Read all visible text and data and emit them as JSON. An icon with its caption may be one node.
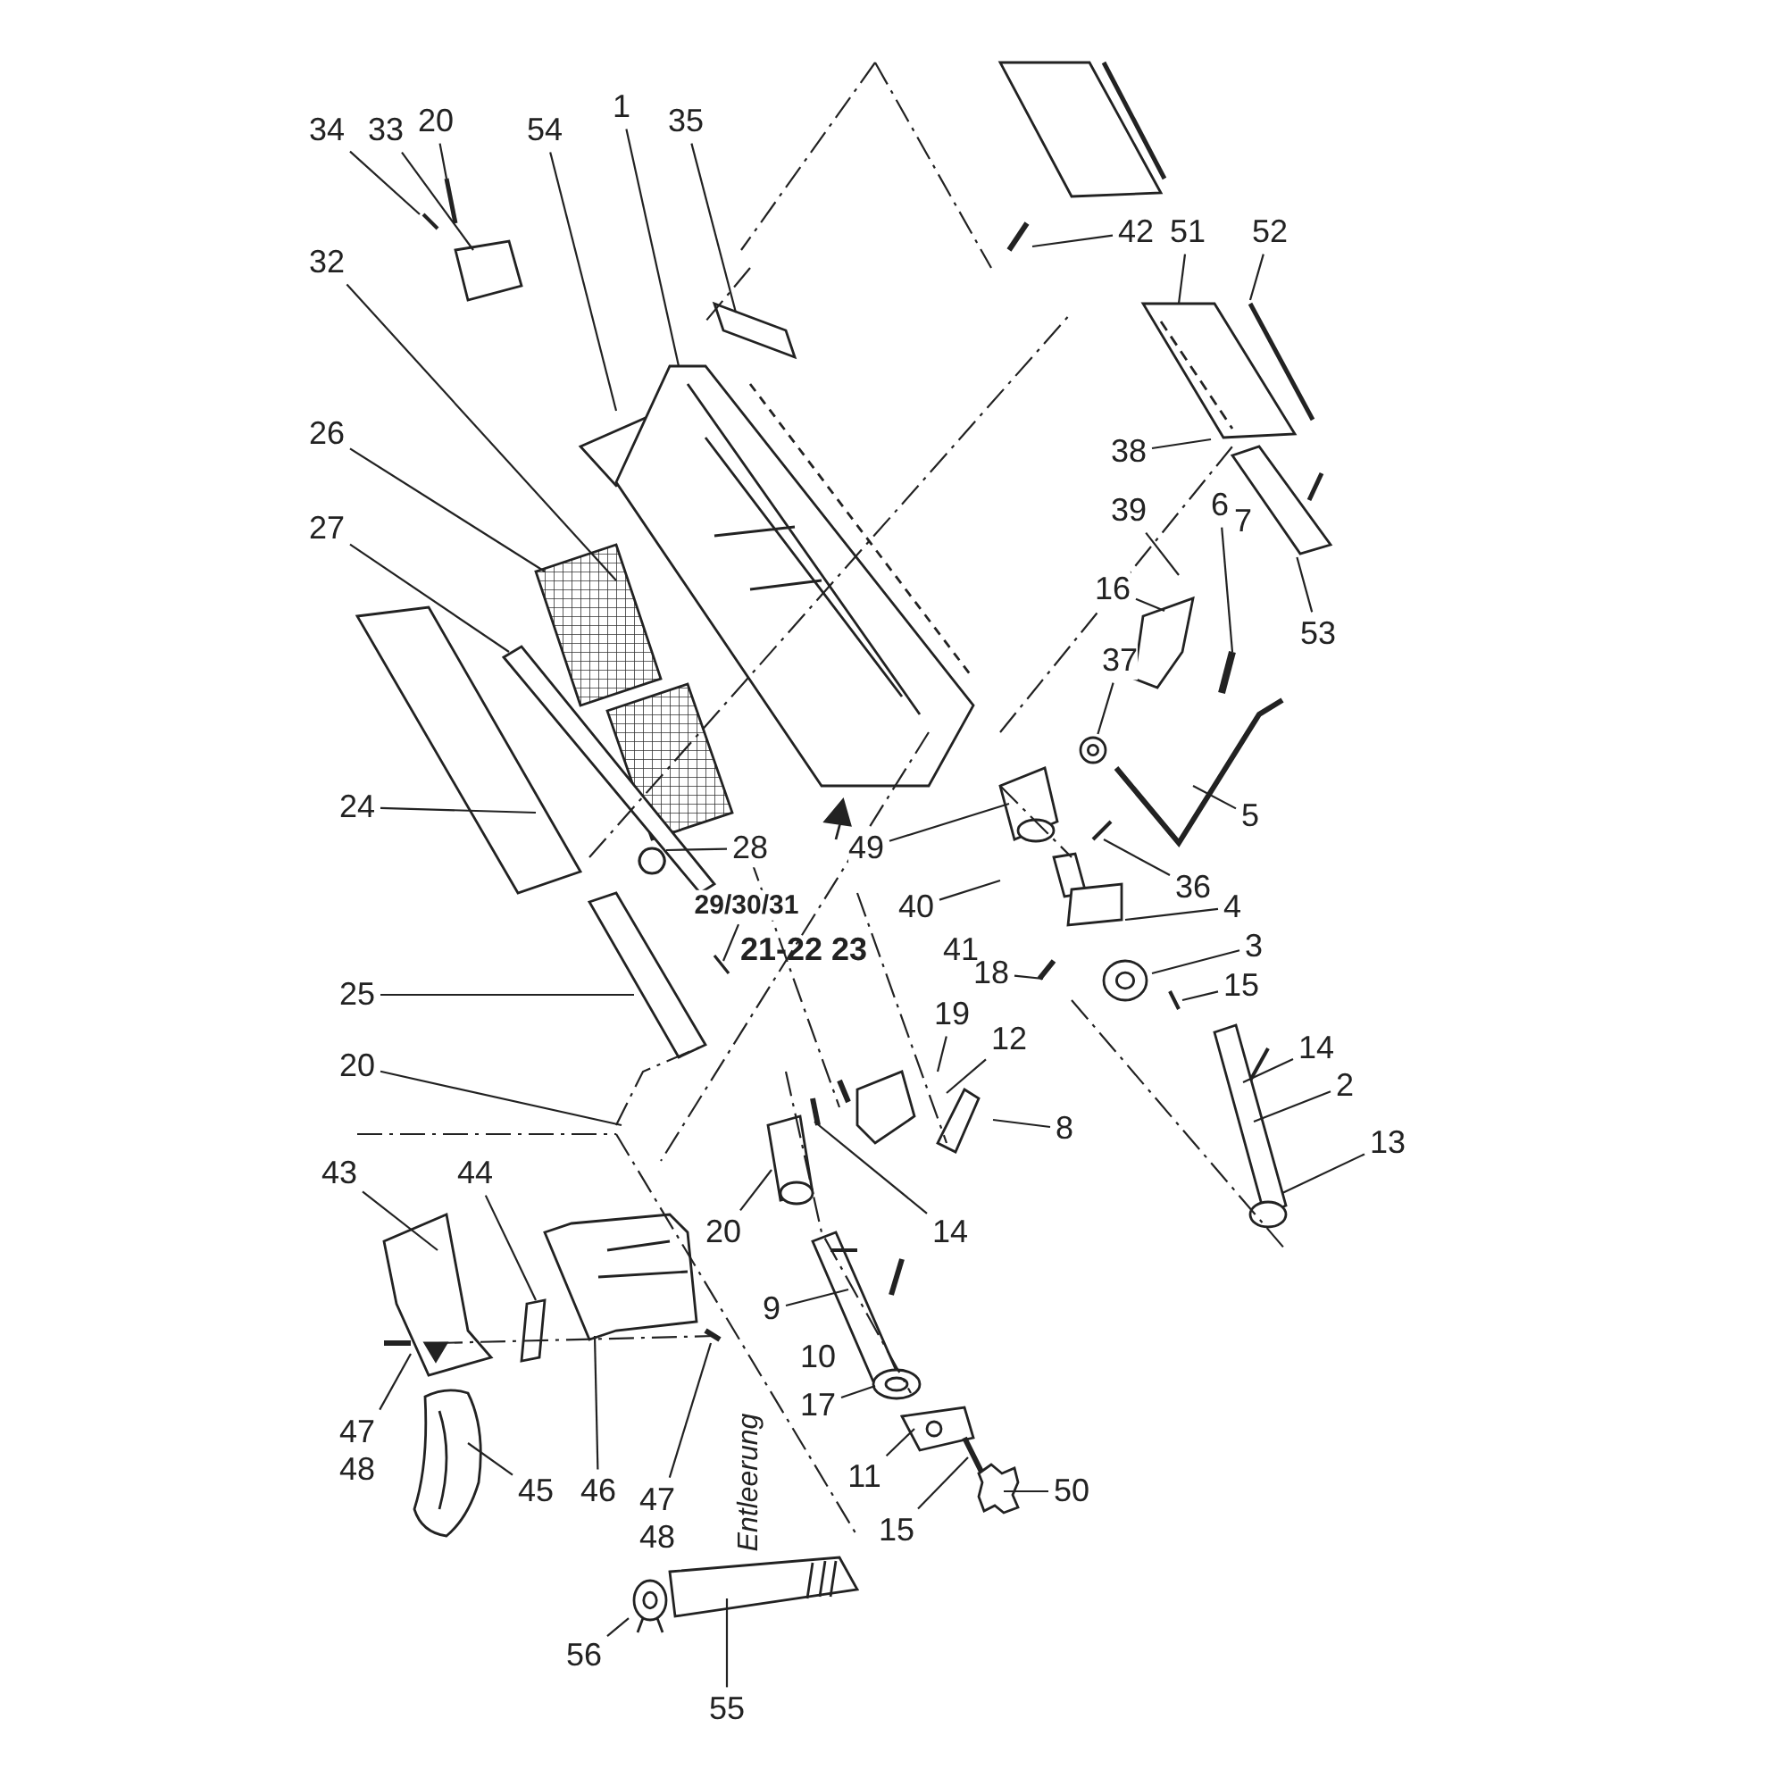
{
  "diagram": {
    "nodes": [
      {
        "text": [
          "34"
        ]
      },
      {
        "text": [
          "33"
        ]
      },
      {
        "text": [
          "20"
        ]
      },
      {
        "text": [
          "54"
        ]
      },
      {
        "text": [
          "1"
        ]
      },
      {
        "text": [
          "35"
        ]
      },
      {
        "text": [
          "32"
        ]
      },
      {
        "text": [
          "26"
        ]
      },
      {
        "text": [
          "27"
        ]
      },
      {
        "text": [
          "24"
        ]
      },
      {
        "text": [
          "28"
        ]
      },
      {
        "text": [
          "29/30/31"
        ]
      },
      {
        "text": [
          "25"
        ]
      },
      {
        "text": [
          "20"
        ]
      },
      {
        "text": [
          "43"
        ]
      },
      {
        "text": [
          "44"
        ]
      },
      {
        "text": [
          "47",
          "48"
        ]
      },
      {
        "text": [
          "45"
        ]
      },
      {
        "text": [
          "46"
        ]
      },
      {
        "text": [
          "47",
          "48"
        ]
      },
      {
        "text": [
          "20"
        ]
      },
      {
        "text": [
          "14"
        ]
      },
      {
        "text": [
          "9"
        ]
      },
      {
        "text": [
          "17"
        ]
      },
      {
        "text": [
          "11"
        ]
      },
      {
        "text": [
          "15"
        ]
      },
      {
        "text": [
          "50"
        ]
      },
      {
        "text": [
          "56"
        ]
      },
      {
        "text": [
          "55"
        ]
      },
      {
        "text": [
          "42"
        ]
      },
      {
        "text": [
          "51"
        ]
      },
      {
        "text": [
          "52"
        ]
      },
      {
        "text": [
          "38"
        ]
      },
      {
        "text": [
          "39"
        ]
      },
      {
        "text": [
          "6"
        ]
      },
      {
        "text": [
          "16"
        ]
      },
      {
        "text": [
          "37"
        ]
      },
      {
        "text": [
          "53"
        ]
      },
      {
        "text": [
          "5"
        ]
      },
      {
        "text": [
          "49"
        ]
      },
      {
        "text": [
          "36"
        ]
      },
      {
        "text": [
          "40"
        ]
      },
      {
        "text": [
          "4"
        ]
      },
      {
        "text": [
          "3"
        ]
      },
      {
        "text": [
          "18"
        ]
      },
      {
        "text": [
          "15"
        ]
      },
      {
        "text": [
          "19"
        ]
      },
      {
        "text": [
          "12"
        ]
      },
      {
        "text": [
          "8"
        ]
      },
      {
        "text": [
          "14"
        ]
      },
      {
        "text": [
          "2"
        ]
      },
      {
        "text": [
          "13"
        ]
      },
      {
        "text": [],
        "shape": "circle"
      },
      {
        "text": [],
        "shape": "circle"
      },
      {
        "text": [],
        "shape": "circle"
      },
      {
        "text": [],
        "shape": "bar"
      }
    ],
    "edges": [
      {
        "from": 0,
        "to": null,
        "arrow": "none"
      },
      {
        "from": 1,
        "to": null,
        "arrow": "none"
      },
      {
        "from": 2,
        "to": null,
        "arrow": "none"
      },
      {
        "from": 3,
        "to": null,
        "arrow": "none"
      },
      {
        "from": 4,
        "to": null,
        "arrow": "none"
      },
      {
        "from": 5,
        "to": null,
        "arrow": "none"
      },
      {
        "from": 6,
        "to": null,
        "arrow": "none"
      },
      {
        "from": 7,
        "to": null,
        "arrow": "none"
      },
      {
        "from": 8,
        "to": null,
        "arrow": "none"
      },
      {
        "from": 9,
        "to": null,
        "arrow": "none"
      },
      {
        "from": 10,
        "to": null,
        "arrow": "none"
      },
      {
        "from": 11,
        "to": null,
        "arrow": "none"
      },
      {
        "from": 12,
        "to": null,
        "arrow": "none"
      },
      {
        "from": 13,
        "to": null,
        "arrow": "none"
      },
      {
        "from": 14,
        "to": null,
        "arrow": "none"
      },
      {
        "from": 15,
        "to": null,
        "arrow": "none"
      },
      {
        "from": 16,
        "to": null,
        "arrow": "none"
      },
      {
        "from": 17,
        "to": null,
        "arrow": "none"
      },
      {
        "from": 18,
        "to": null,
        "arrow": "none"
      },
      {
        "from": 19,
        "to": null,
        "arrow": "none"
      },
      {
        "from": 20,
        "to": null,
        "arrow": "none"
      },
      {
        "from": 21,
        "to": null,
        "arrow": "none"
      },
      {
        "from": 22,
        "to": null,
        "arrow": "none"
      },
      {
        "from": 23,
        "to": null,
        "arrow": "none"
      },
      {
        "from": 24,
        "to": null,
        "arrow": "none"
      },
      {
        "from": 25,
        "to": null,
        "arrow": "none"
      },
      {
        "from": 26,
        "to": null,
        "arrow": "none"
      },
      {
        "from": 27,
        "to": 54,
        "arrow": "none"
      },
      {
        "from": 28,
        "to": null,
        "arrow": "none"
      },
      {
        "from": 29,
        "to": null,
        "arrow": "none"
      },
      {
        "from": 30,
        "to": null,
        "arrow": "none"
      },
      {
        "from": 31,
        "to": null,
        "arrow": "none"
      },
      {
        "from": 32,
        "to": null,
        "arrow": "none"
      },
      {
        "from": 33,
        "to": null,
        "arrow": "none"
      },
      {
        "from": 34,
        "to": null,
        "arrow": "none"
      },
      {
        "from": 35,
        "to": null,
        "arrow": "none"
      },
      {
        "from": 36,
        "to": 52,
        "arrow": "none"
      },
      {
        "from": 37,
        "to": 55,
        "arrow": "none"
      },
      {
        "from": 38,
        "to": null,
        "arrow": "none"
      },
      {
        "from": 39,
        "to": null,
        "arrow": "none"
      },
      {
        "from": 40,
        "to": null,
        "arrow": "none"
      },
      {
        "from": 41,
        "to": null,
        "arrow": "none"
      },
      {
        "from": 42,
        "to": null,
        "arrow": "none"
      },
      {
        "from": 43,
        "to": 53,
        "arrow": "none"
      },
      {
        "from": 44,
        "to": null,
        "arrow": "none"
      },
      {
        "from": 45,
        "to": null,
        "arrow": "none"
      },
      {
        "from": 46,
        "to": null,
        "arrow": "none"
      },
      {
        "from": 47,
        "to": null,
        "arrow": "none"
      },
      {
        "from": 48,
        "to": null,
        "arrow": "none"
      },
      {
        "from": 49,
        "to": null,
        "arrow": "none"
      },
      {
        "from": 50,
        "to": null,
        "arrow": "none"
      },
      {
        "from": 51,
        "to": null,
        "arrow": "none"
      }
    ],
    "labels": [
      "7",
      "21-22 23",
      "41",
      "10",
      "Entleerung"
    ]
  }
}
